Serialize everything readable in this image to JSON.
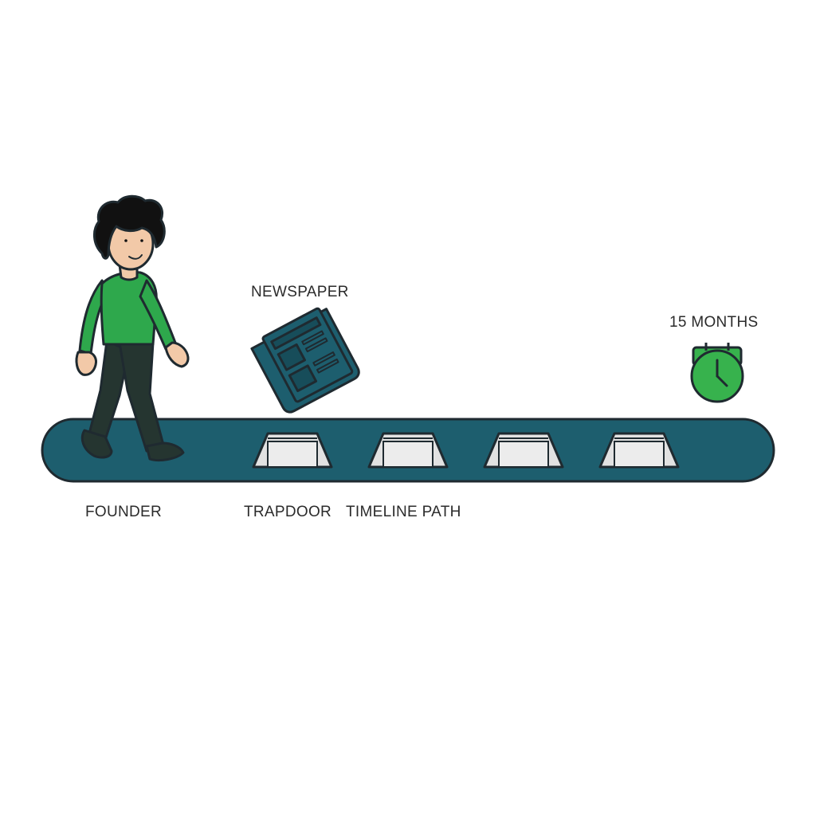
{
  "labels": {
    "newspaper": "NEWSPAPER",
    "duration": "15 MONTHS",
    "founder": "FOUNDER",
    "trapdoor": "TRAPDOOR",
    "timeline": "TIMELINE PATH"
  },
  "trapdoor_count": 4,
  "colors": {
    "path": "#1d5e6e",
    "outline": "#1f2a30",
    "shirt": "#2ea84c",
    "pants": "#253530",
    "skin": "#f2c9a8",
    "hair": "#111111",
    "clock": "#37b24d",
    "trapdoor_fill": "#e2e2e2"
  },
  "icons": [
    "founder-figure",
    "newspaper-icon",
    "clock-icon",
    "trapdoor-icon"
  ]
}
